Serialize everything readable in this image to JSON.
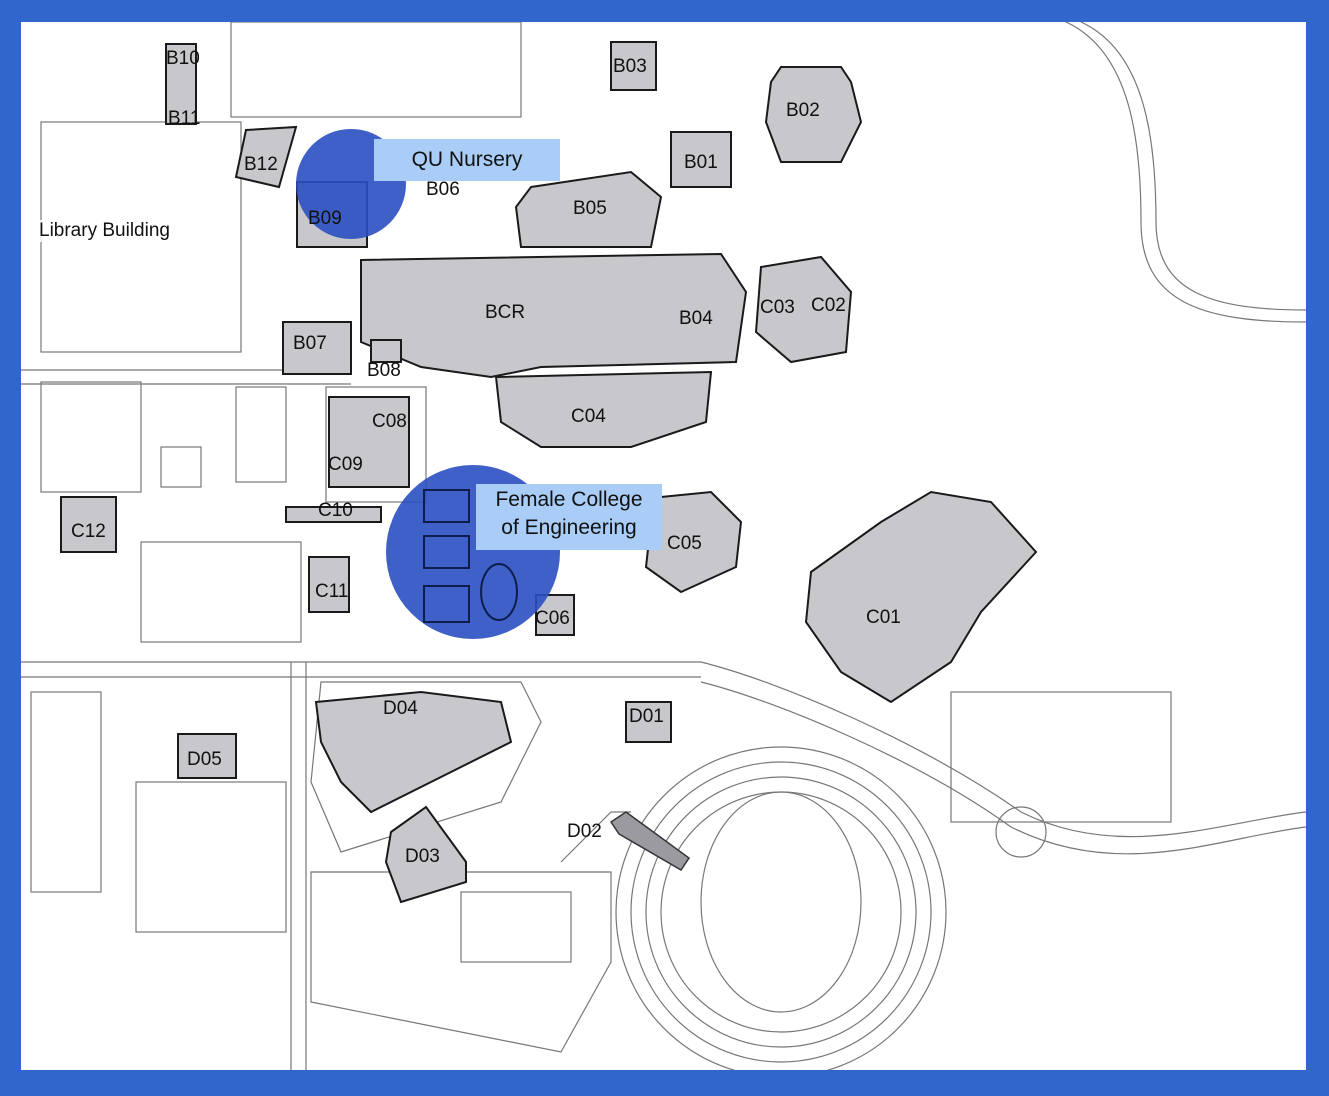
{
  "colors": {
    "frame": "#3166cc",
    "building_fill": "#c7c7cc",
    "building_stroke": "#1a1a1a",
    "highlight_circle": "#2a4fc0",
    "callout_fill": "#a9cdf7",
    "line": "#6b6b6b"
  },
  "callouts": {
    "nursery": "QU Nursery",
    "engineering_line1": "Female College",
    "engineering_line2": "of Engineering"
  },
  "landmarks": {
    "library": "Library Building"
  },
  "buildings": {
    "b01": "B01",
    "b02": "B02",
    "b03": "B03",
    "b04": "B04",
    "b05": "B05",
    "b06": "B06",
    "b07": "B07",
    "b08": "B08",
    "b09": "B09",
    "b10": "B10",
    "b11": "B11",
    "b12": "B12",
    "bcr": "BCR",
    "c01": "C01",
    "c02": "C02",
    "c03": "C03",
    "c04": "C04",
    "c05": "C05",
    "c06": "C06",
    "c08": "C08",
    "c09": "C09",
    "c10": "C10",
    "c11": "C11",
    "c12": "C12",
    "d01": "D01",
    "d02": "D02",
    "d03": "D03",
    "d04": "D04",
    "d05": "D05"
  }
}
